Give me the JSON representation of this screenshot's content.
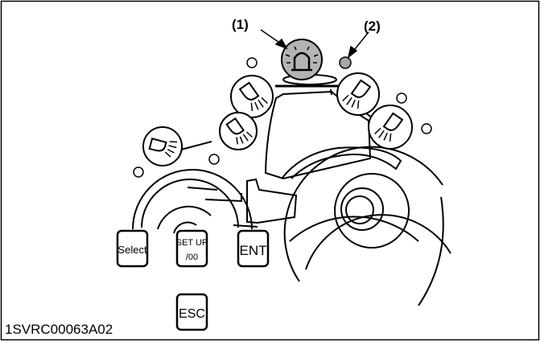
{
  "callouts": {
    "beacon": "(1)",
    "indicator": "(2)"
  },
  "buttons": {
    "select": "Select",
    "setup_line1": "SET UP",
    "setup_line2": "/00",
    "ent": "ENT",
    "esc": "ESC"
  },
  "figure_id": "1SVRC00063A02",
  "colors": {
    "stroke": "#000000",
    "beacon_fill": "#b4b4b4",
    "indicator_fill": "#a6a6a6"
  },
  "icons": [
    "beacon-icon",
    "work-light-icon"
  ]
}
